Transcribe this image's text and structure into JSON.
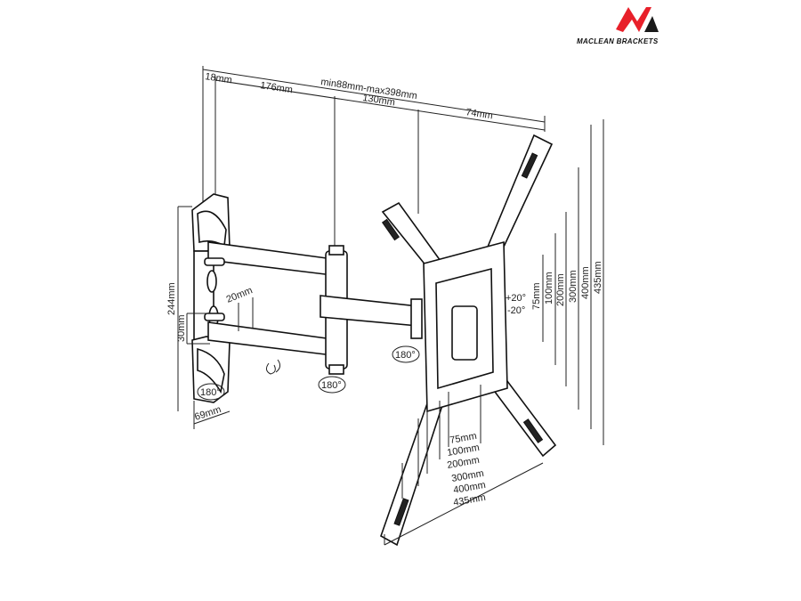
{
  "brand": {
    "name": "MACLEAN BRACKETS",
    "colors": {
      "primary": "#e8202a",
      "secondary": "#1a1a1a"
    }
  },
  "dimensions": {
    "top": {
      "wall_plate_depth": "18mm",
      "arm1": "176mm",
      "extension": "min88mm-max398mm",
      "arm2": "130mm",
      "plate_depth": "74mm"
    },
    "left": {
      "wall_plate_height": "244mm",
      "arm_height": "30mm",
      "arm_width": "20mm",
      "wall_plate_width": "69mm"
    },
    "rotation": {
      "wall": "180°",
      "middle": "180°",
      "head": "180°"
    },
    "tilt": {
      "up": "+20°",
      "down": "-20°"
    },
    "vesa_vertical": [
      "75mm",
      "100mm",
      "200mm",
      "300mm",
      "400mm",
      "435mm"
    ],
    "vesa_horizontal": [
      "75mm",
      "100mm",
      "200mm",
      "300mm",
      "400mm",
      "435mm"
    ]
  }
}
